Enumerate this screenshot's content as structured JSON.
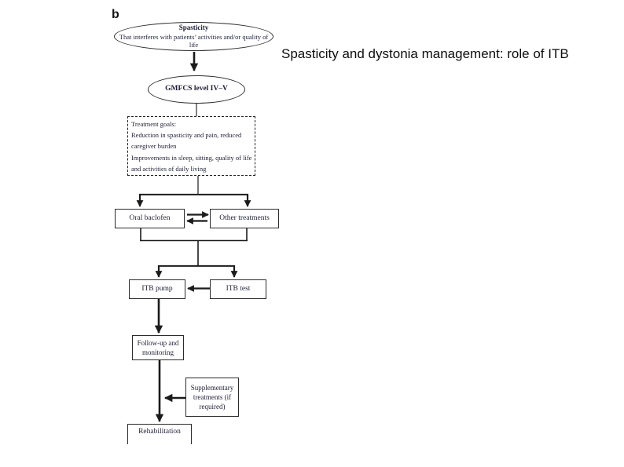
{
  "slide": {
    "title": "Spasticity and dystonia management: role of ITB",
    "figure_label": "b",
    "background_color": "#ffffff",
    "diagram_line_color": "#1b1b1b",
    "diagram_text_color": "#1f1f38"
  },
  "diagram": {
    "spasticity": {
      "title": "Spasticity",
      "desc": "That interferes with patients’ activities and/or quality of life"
    },
    "gmfcs": {
      "label": "GMFCS level IV–V"
    },
    "goals": {
      "title": "Treatment goals:",
      "goal_1": "Reduction in spasticity and pain, reduced caregiver burden",
      "goal_2": "Improvements in sleep, sitting, quality of life and activities of daily living"
    },
    "oral_baclofen": {
      "label": "Oral baclofen"
    },
    "other_treatments": {
      "label": "Other treatments"
    },
    "itb_pump": {
      "label": "ITB pump"
    },
    "itb_test": {
      "label": "ITB test"
    },
    "follow_up": {
      "label": "Follow-up and monitoring"
    },
    "supplementary": {
      "label": "Supplementary treatments (if required)"
    },
    "rehabilitation": {
      "label": "Rehabilitation"
    },
    "edges": [
      "spasticity -> gmfcs (arrow)",
      "gmfcs -> treatment-goals (line)",
      "treatment-goals -> oral-baclofen (arrow)",
      "treatment-goals -> other-treatments (arrow)",
      "oral-baclofen -> other-treatments (arrow)",
      "other-treatments -> oral-baclofen (arrow)",
      "oral-baclofen + other-treatments -> itb-pump (arrow)",
      "oral-baclofen + other-treatments -> itb-test (arrow)",
      "itb-test -> itb-pump (arrow)",
      "itb-pump -> follow-up (arrow)",
      "follow-up -> rehabilitation (arrow)",
      "supplementary -> follow-up/rehabilitation path (arrow)"
    ]
  }
}
